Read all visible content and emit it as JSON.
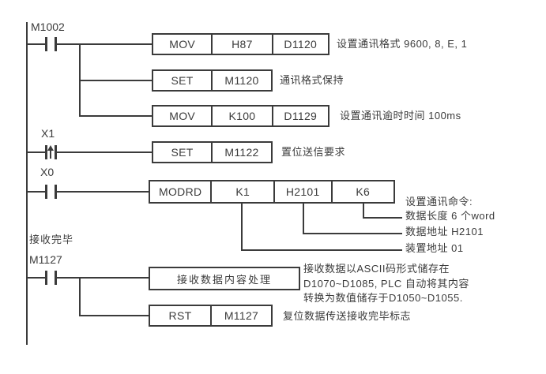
{
  "colors": {
    "ink": "#3b3b3b",
    "background": "#ffffff"
  },
  "contacts": {
    "m1002": {
      "label": "M1002"
    },
    "x1": {
      "label": "X1"
    },
    "x0": {
      "label": "X0"
    },
    "m1127": {
      "label": "M1127",
      "pre_label": "接收完毕"
    }
  },
  "rows": {
    "mov1": {
      "op": "MOV",
      "a": "H87",
      "b": "D1120",
      "comment": "设置通讯格式 9600, 8, E, 1"
    },
    "set1": {
      "op": "SET",
      "a": "M1120",
      "comment": "通讯格式保持"
    },
    "mov2": {
      "op": "MOV",
      "a": "K100",
      "b": "D1129",
      "comment": "设置通讯逾时时间 100ms"
    },
    "set2": {
      "op": "SET",
      "a": "M1122",
      "comment": "置位送信要求"
    },
    "modrd": {
      "op": "MODRD",
      "a": "K1",
      "b": "H2101",
      "c": "K6",
      "comment_title": "设置通讯命令:",
      "comment_length": "数据长度 6 个word",
      "comment_data_addr": "数据地址 H2101",
      "comment_device_addr": "装置地址 01"
    },
    "process": {
      "label": "接收数据内容处理",
      "comment_line1": "接收数据以ASCII码形式储存在",
      "comment_line2": "D1070~D1085, PLC 自动将其内容",
      "comment_line3": "转换为数值储存于D1050~D1055."
    },
    "rst": {
      "op": "RST",
      "a": "M1127",
      "comment": "复位数据传送接收完毕标志"
    }
  }
}
